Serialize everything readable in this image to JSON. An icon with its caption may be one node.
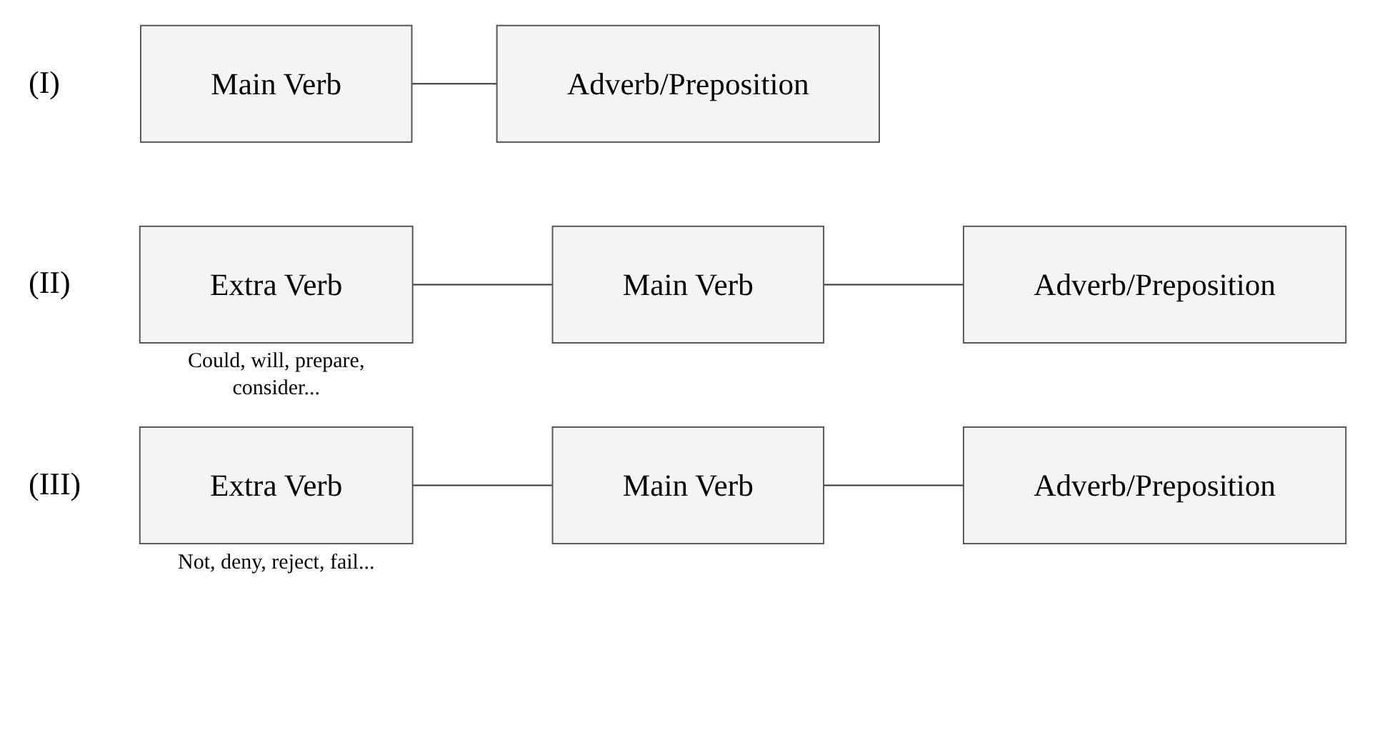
{
  "diagram": {
    "nodes": [
      {
        "text": [
          "Main Verb"
        ]
      },
      {
        "text": [
          "Adverb/Preposition"
        ]
      },
      {
        "text": [
          "Extra Verb"
        ],
        "beside": [
          "Could, will, prepare, consider..."
        ]
      },
      {
        "text": [
          "Main Verb"
        ]
      },
      {
        "text": [
          "Adverb/Preposition"
        ]
      },
      {
        "text": [
          "Extra Verb"
        ],
        "beside": [
          "Not, deny, reject, fail..."
        ]
      },
      {
        "text": [
          "Main Verb"
        ]
      },
      {
        "text": [
          "Adverb/Preposition"
        ]
      }
    ],
    "edges": [
      {
        "from": 0,
        "to": 1,
        "arrow": "none"
      },
      {
        "from": 2,
        "to": 3,
        "arrow": "none"
      },
      {
        "from": 3,
        "to": 4,
        "arrow": "none"
      },
      {
        "from": 5,
        "to": 6,
        "arrow": "none"
      },
      {
        "from": 6,
        "to": 7,
        "arrow": "none"
      }
    ],
    "labels": [
      "(I)",
      "(II)",
      "(III)"
    ]
  }
}
